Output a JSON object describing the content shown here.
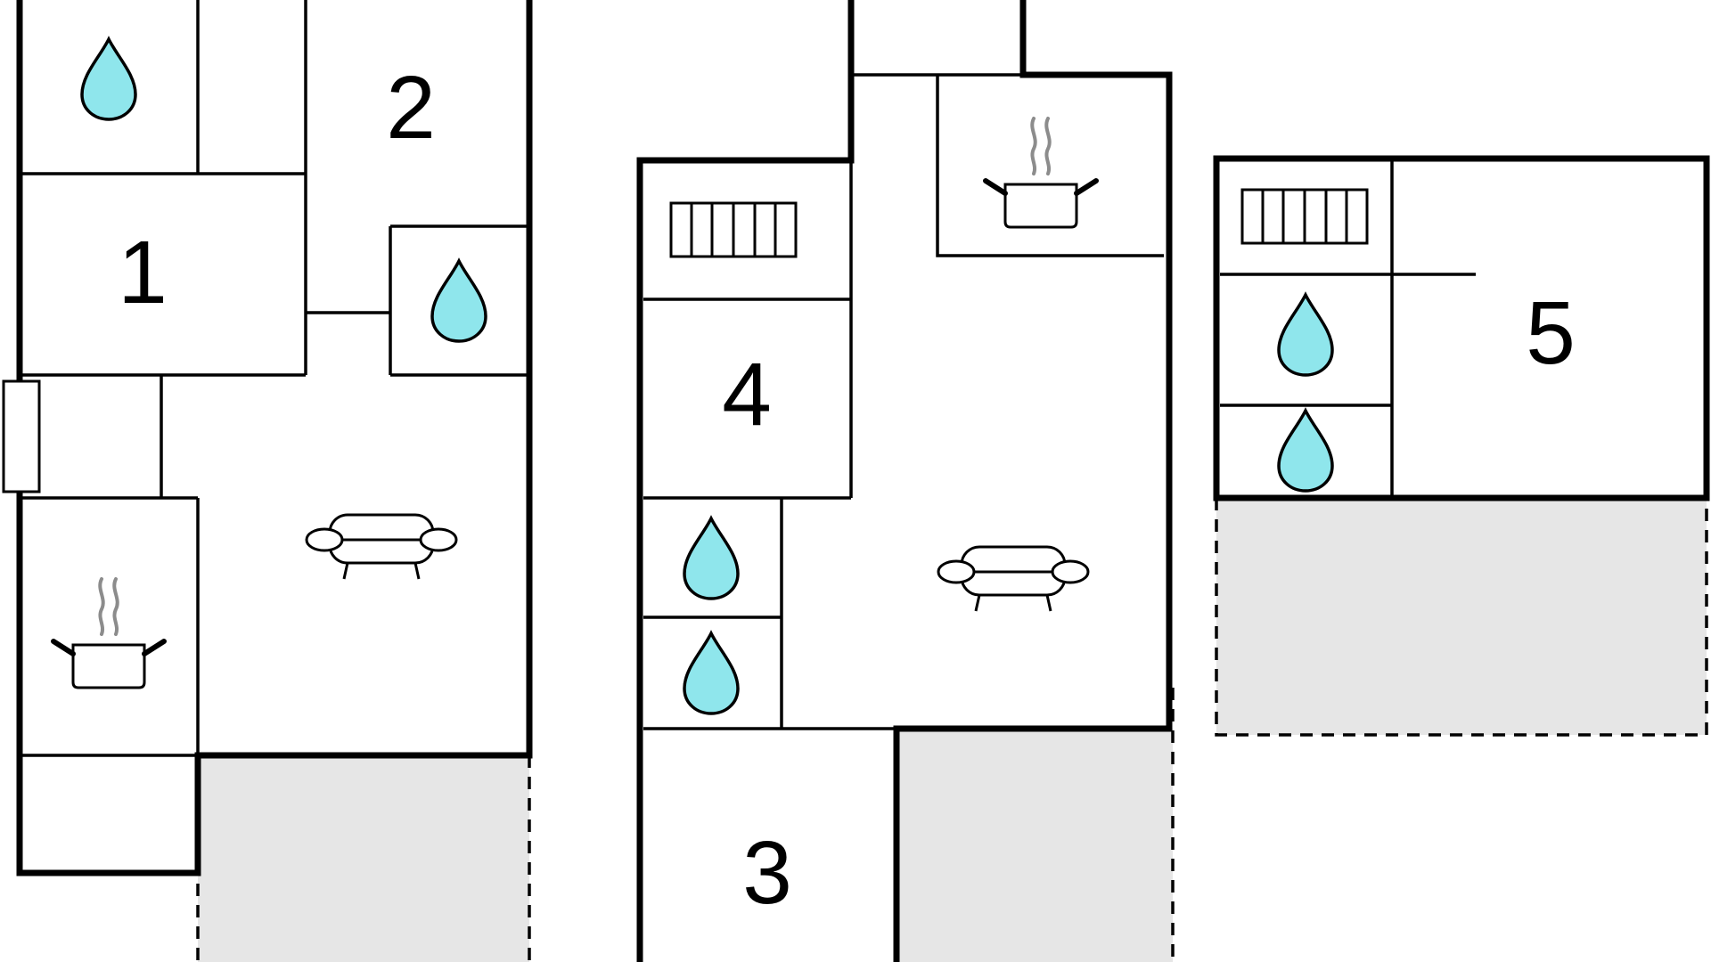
{
  "floorplan": {
    "room_numbers": [
      "1",
      "2",
      "3",
      "4",
      "5"
    ],
    "icons": {
      "bathroom": "water-drop-icon",
      "kitchen": "cooking-pot-icon",
      "living": "sofa-icon",
      "heating": "radiator-icon"
    },
    "colors": {
      "water": "#8fe6ec",
      "terrace": "#e6e6e6",
      "wall": "#000000",
      "steam": "#8c8c8c"
    }
  }
}
